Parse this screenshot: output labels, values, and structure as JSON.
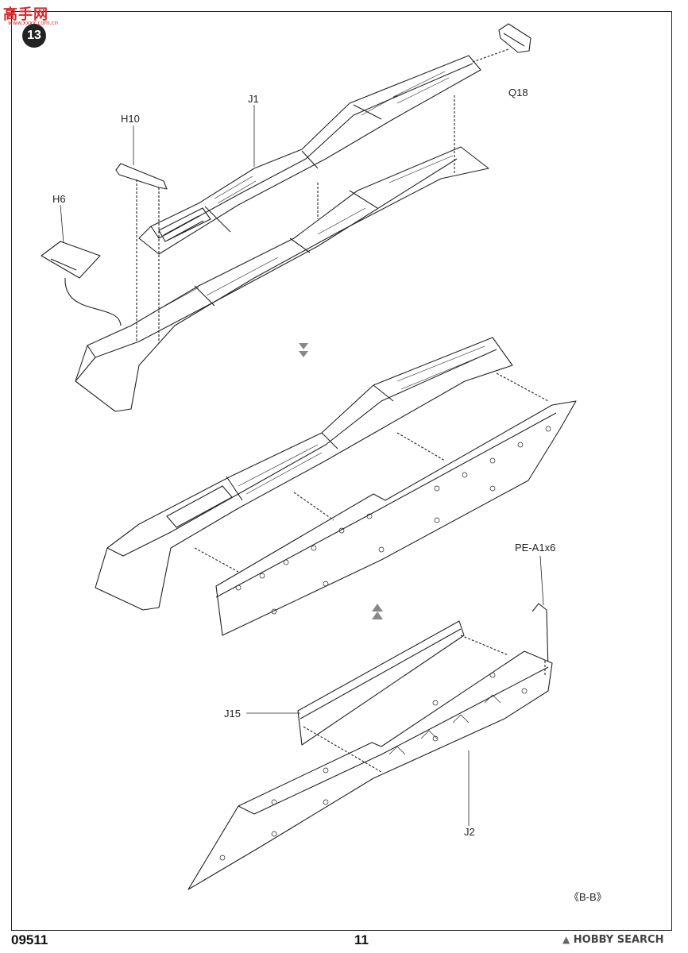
{
  "header": {
    "step_number": "13",
    "watermark_logo": "高手网",
    "watermark_url": "www.xxxx.com.cn"
  },
  "parts": {
    "j1": "J1",
    "h10": "H10",
    "h6": "H6",
    "q18": "Q18",
    "pe": "PE-A1x6",
    "j15": "J15",
    "j2": "J2"
  },
  "view_note": "《B-B》",
  "footer": {
    "model_code": "09511",
    "page_number": "11",
    "watermark_brand": "HOBBY SEARCH",
    "watermark_icon": "hobbysearch-logo-icon"
  },
  "icons": {
    "down_arrow": "double-down-arrow-icon",
    "up_arrow": "double-up-arrow-icon"
  }
}
